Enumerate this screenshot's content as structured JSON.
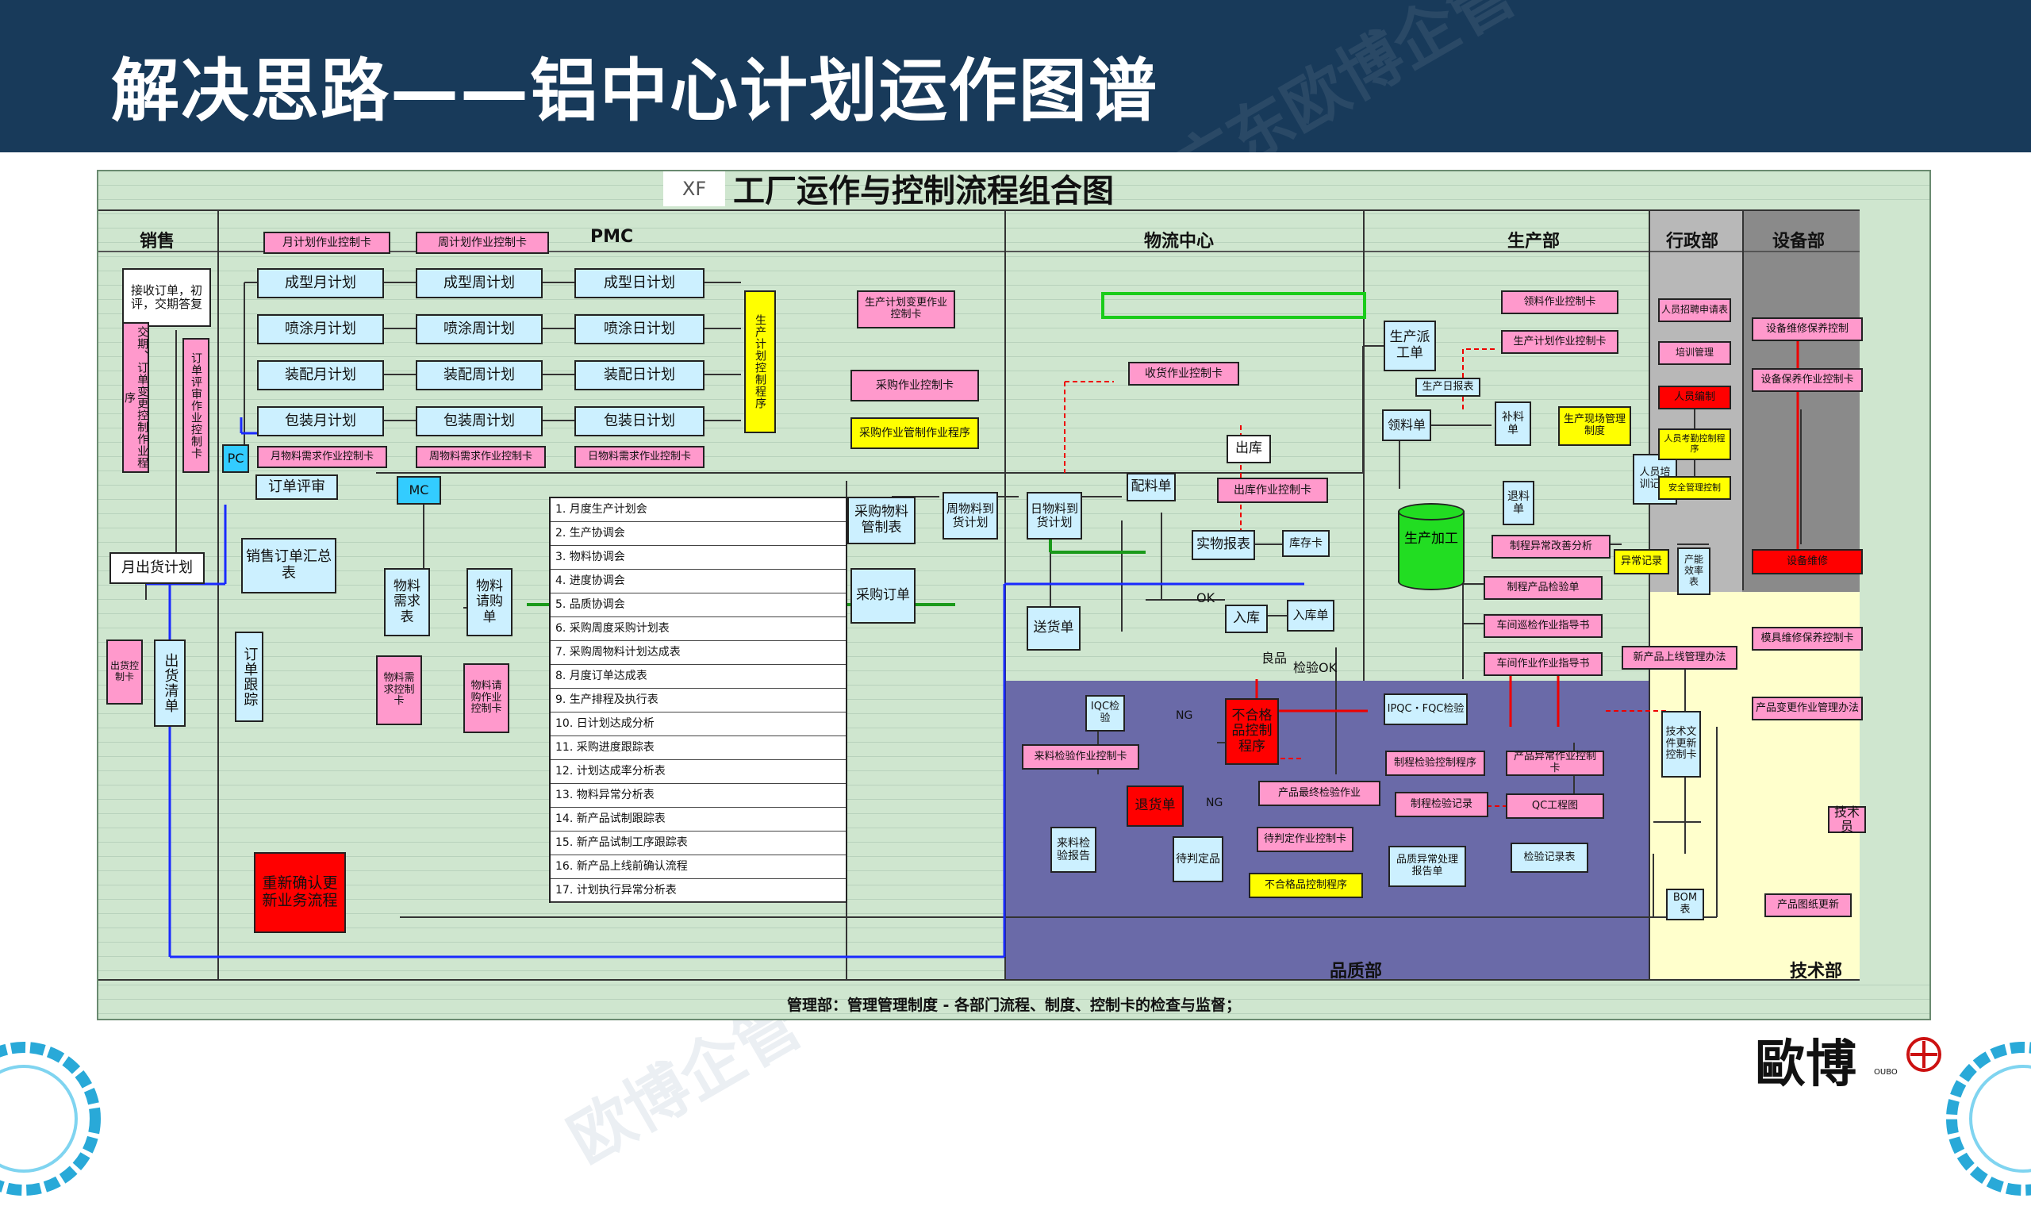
{
  "slide": {
    "title": "解决思路——铝中心计划运作图谱"
  },
  "diagram": {
    "badge": "XF",
    "title": "工厂运作与控制流程组合图",
    "columns": {
      "sales": "销售",
      "pmc": "PMC",
      "logistics": "物流中心",
      "production": "生产部",
      "admin": "行政部",
      "equipment": "设备部",
      "quality": "品质部",
      "tech": "技术部"
    },
    "sales": {
      "order_review": "接收订单，初评，交期答复",
      "vtext_left": "交期、订单变更控制作业程序",
      "vtext_right": "订单评审作业控制卡",
      "pc": "PC",
      "monthly_ship": "月出货计划",
      "ship_control": "出货控制卡",
      "ship_list": "出货清单",
      "order_follow": "订单跟踪"
    },
    "pmc": {
      "header_monthly": "月计划作业控制卡",
      "header_weekly": "周计划作业控制卡",
      "monthly": [
        "成型月计划",
        "喷涂月计划",
        "装配月计划",
        "包装月计划"
      ],
      "weekly": [
        "成型周计划",
        "喷涂周计划",
        "装配周计划",
        "包装周计划"
      ],
      "daily": [
        "成型日计划",
        "喷涂日计划",
        "装配日计划",
        "包装日计划"
      ],
      "monthly_ctrl": "月物料需求作业控制卡",
      "weekly_ctrl": "周物料需求作业控制卡",
      "daily_ctrl": "日物料需求作业控制卡",
      "plan_program": "生产计划控制程序",
      "order_review_btn": "订单评审",
      "mc": "MC",
      "sales_summary": "销售订单汇总表",
      "material_demand": "物料需求表",
      "material_request": "物料请购单",
      "material_demand_ctrl": "物料需求控制卡",
      "material_request_ctrl": "物料请购作业控制卡",
      "reconfirm": "重新确认更新业务流程"
    },
    "meetings": [
      "1. 月度生产计划会",
      "2. 生产协调会",
      "3. 物料协调会",
      "4. 进度协调会",
      "5. 品质协调会",
      "6. 采购周度采购计划表",
      "7. 采购周物料计划达成表",
      "8. 月度订单达成表",
      "9. 生产排程及执行表",
      "10. 日计划达成分析",
      "11. 采购进度跟踪表",
      "12. 计划达成率分析表",
      "13. 物料异常分析表",
      "14. 新产品试制跟踪表",
      "15. 新产品试制工序跟踪表",
      "16. 新产品上线前确认流程",
      "17. 计划执行异常分析表"
    ],
    "logistics": {
      "plan_change": "生产计划变更作业控制卡",
      "purchase_ctrl": "采购作业控制卡",
      "purchase_program": "采购作业管制作业程序",
      "purchase_plan": "采购物料管制表",
      "purchase_order": "采购订单",
      "weekly_material_plan": "周物料到货计划",
      "daily_material_plan": "日物料到货计划",
      "receiving_ctrl": "收货作业控制卡",
      "delivery_note": "送货单",
      "picking": "配料单",
      "out_warehouse": "出库",
      "out_ctrl": "出库作业控制卡",
      "stock_report": "实物报表",
      "stock_tag": "库存卡",
      "in_warehouse": "入库",
      "in_doc": "入库单",
      "ok_label": "OK",
      "pass_label": "检验OK",
      "good_label": "良品"
    },
    "production": {
      "material_ctrl": "领料作业控制卡",
      "production_plan_ctrl": "生产计划作业控制卡",
      "production_order": "生产派工单",
      "production_daily": "生产日报表",
      "picking_list": "领料单",
      "material_return": "补料单",
      "return_note": "退料单",
      "process_ctrl": "生产加工",
      "yellow_note": "生产现场管理制度",
      "defect_analysis": "制程异常改善分析",
      "finished_report": "制程产品检验单",
      "regular_check": "车间巡检作业指导书",
      "process_guide": "车间作业作业指导书",
      "qc_record": "异常记录",
      "person_record": "人员培训记录",
      "output_record": "产能效率表"
    },
    "admin": {
      "recruit": "人员招聘申请表",
      "training": "培训管理",
      "hr_dept": "人员编制",
      "attendance": "人员考勤控制程序",
      "safety": "安全管理控制"
    },
    "equipment": {
      "maintenance": "设备维修保养控制",
      "upkeep": "设备保养作业控制卡",
      "repair": "设备维修",
      "mold_ctrl": "模具维修保养控制卡",
      "new_product_ctrl": "新产品上线管理办法",
      "product_change": "产品变更作业管理办法",
      "tech_staff": "技术员",
      "bom": "BOM表",
      "drawing": "产品图纸更新",
      "tech_file": "技术文件更新控制卡"
    },
    "quality": {
      "iqc": "IQC检验",
      "iqc_ctrl": "来料检验作业控制卡",
      "nonconform": "不合格品控制程序",
      "return_reject": "退货单",
      "ng_label": "NG",
      "ng_label2": "NG",
      "inspection_report": "来料检验报告",
      "pending": "待判定品",
      "pending_ctrl": "待判定作业控制卡",
      "nonconforming_ctrl": "不合格品控制程序",
      "ipqc": "IPQC・FQC检验",
      "process_ctrl": "制程检验控制程序",
      "process_record": "制程检验记录",
      "finished_ctrl": "产品最终检验作业",
      "qc_standard": "QC工程图",
      "final_report": "品质异常处理报告单",
      "quality_record": "检验记录表",
      "abnormal_ctrl": "产品异常作业控制卡"
    },
    "bottom_note": "管理部：管理管理制度 - 各部门流程、制度、控制卡的检查与监督；"
  },
  "logo": {
    "text": "歐博",
    "sub": "OUBO"
  },
  "watermarks": [
    "广东欧博企管",
    "欧博企管",
    "欧博企管",
    "欧博企管"
  ],
  "colors": {
    "header_bg": "#183a5a",
    "diagram_bg": "#cfe6cf",
    "quality_region": "#6a6aa8",
    "admin_region": "#b8b8b8",
    "equipment_region": "#8a8a8a",
    "tech_region": "#ffffcc",
    "box_blue": "#ccf0ff",
    "box_pink": "#ff99cc",
    "box_yellow": "#ffff00",
    "box_red": "#ff0000",
    "cylinder_green": "#22dd22"
  }
}
